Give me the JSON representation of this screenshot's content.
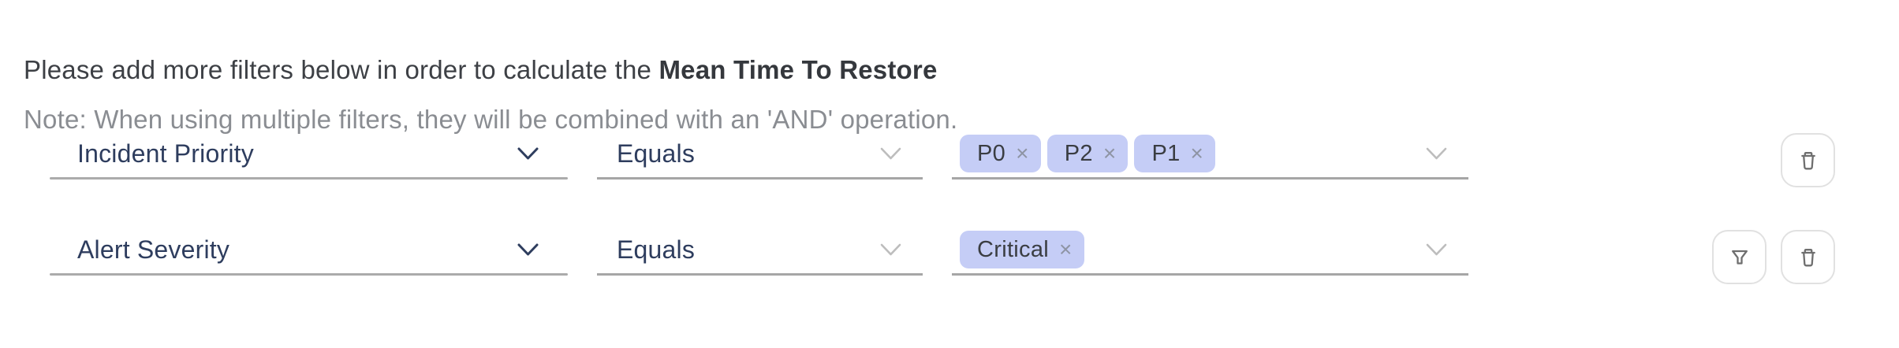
{
  "header": {
    "instruction_prefix": "Please add more filters below in order to calculate the ",
    "metric_name": "Mean Time To Restore",
    "note": "Note: When using multiple filters, they will be combined with an 'AND' operation."
  },
  "filter_rows": [
    {
      "attribute": "Incident Priority",
      "operator": "Equals",
      "values": [
        "P0",
        "P2",
        "P1"
      ],
      "actions": [
        "delete"
      ]
    },
    {
      "attribute": "Alert Severity",
      "operator": "Equals",
      "values": [
        "Critical"
      ],
      "actions": [
        "filter",
        "delete"
      ]
    }
  ],
  "chip_remove_glyph": "×",
  "colors": {
    "chip_background": "#c5cdf6",
    "chip_text": "#3a3d42",
    "chip_remove": "#8e94a4",
    "field_label": "#2e3d5e",
    "field_underline": "#a6a6a6",
    "title_text": "#3d4045",
    "note_text": "#8a8d92",
    "button_border": "#e1e1e1",
    "button_icon": "#6f6f6f",
    "chevron_muted": "#bdbdbd"
  }
}
